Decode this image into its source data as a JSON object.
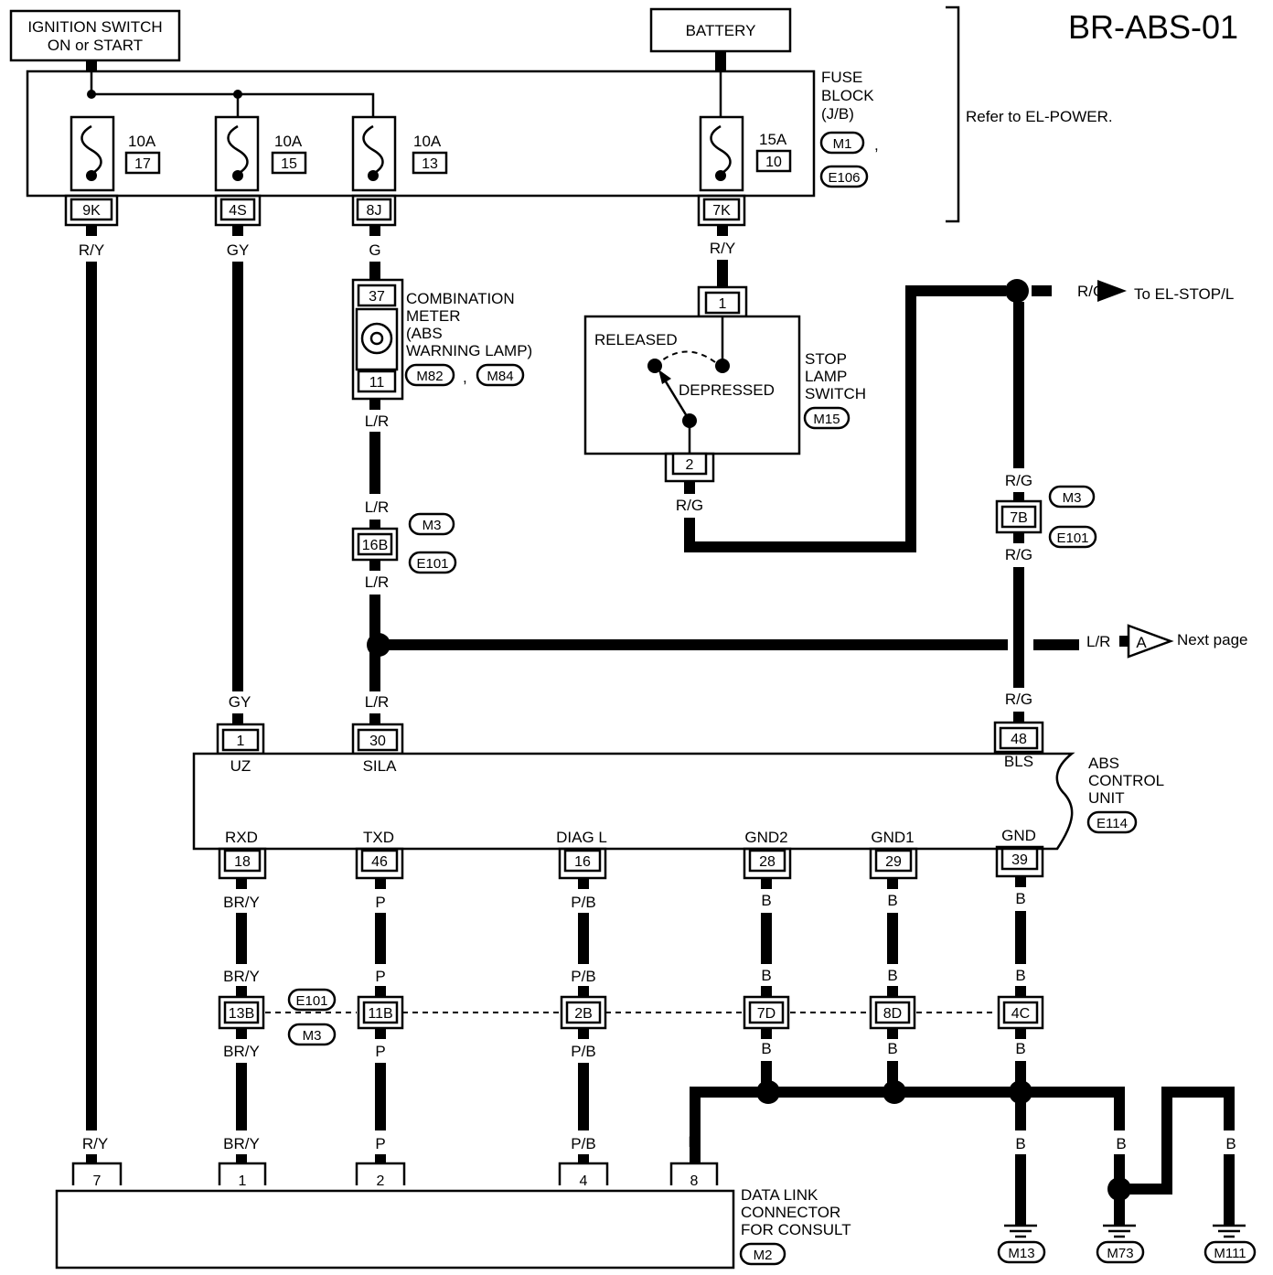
{
  "title": "BR-ABS-01",
  "power": {
    "ignition_line1": "IGNITION SWITCH",
    "ignition_line2": "ON or START",
    "battery": "BATTERY"
  },
  "fuse_block": {
    "line1": "FUSE",
    "line2": "BLOCK",
    "line3": "(J/B)",
    "conn1": "M1",
    "comma": ",",
    "conn2": "E106",
    "refer": "Refer to EL-POWER.",
    "fuses": [
      {
        "amps": "10A",
        "num": "17",
        "pin": "9K"
      },
      {
        "amps": "10A",
        "num": "15",
        "pin": "4S"
      },
      {
        "amps": "10A",
        "num": "13",
        "pin": "8J"
      },
      {
        "amps": "15A",
        "num": "10",
        "pin": "7K"
      }
    ]
  },
  "combination_meter": {
    "line1": "COMBINATION",
    "line2": "METER",
    "line3": "(ABS",
    "line4": "WARNING LAMP)",
    "pin_top": "37",
    "pin_bottom": "11",
    "conn1": "M82",
    "comma": ",",
    "conn2": "M84"
  },
  "stop_lamp_switch": {
    "line1": "STOP",
    "line2": "LAMP",
    "line3": "SWITCH",
    "released": "RELEASED",
    "depressed": "DEPRESSED",
    "pin_top": "1",
    "pin_bottom": "2",
    "conn": "M15",
    "to_label": "To EL-STOP/L"
  },
  "next_page": {
    "marker": "A",
    "label": "Next page"
  },
  "abs_control_unit": {
    "line1": "ABS",
    "line2": "CONTROL",
    "line3": "UNIT",
    "conn": "E114",
    "top_pins": [
      {
        "num": "1",
        "name": "UZ"
      },
      {
        "num": "30",
        "name": "SILA"
      },
      {
        "num": "48",
        "name": "BLS"
      }
    ],
    "bottom_pins": [
      {
        "num": "18",
        "name": "RXD"
      },
      {
        "num": "46",
        "name": "TXD"
      },
      {
        "num": "16",
        "name": "DIAG L"
      },
      {
        "num": "28",
        "name": "GND2"
      },
      {
        "num": "29",
        "name": "GND1"
      },
      {
        "num": "39",
        "name": "GND"
      }
    ]
  },
  "joint_connectors": {
    "left_m3": "M3",
    "left_e101": "E101",
    "right_m3": "M3",
    "right_e101": "E101",
    "bottom_e101": "E101",
    "bottom_m3": "M3",
    "pins": {
      "lr": "16B",
      "rg": "7B",
      "brY": "13B",
      "p": "11B",
      "pb": "2B",
      "b1": "7D",
      "b2": "8D",
      "b3": "4C"
    }
  },
  "data_link_connector": {
    "line1": "DATA LINK",
    "line2": "CONNECTOR",
    "line3": "FOR CONSULT",
    "conn": "M2",
    "pins": [
      "7",
      "1",
      "2",
      "4",
      "8"
    ]
  },
  "grounds": [
    "M13",
    "M73",
    "M111"
  ],
  "wire_colors": {
    "ry": "R/Y",
    "gy": "GY",
    "g": "G",
    "lr": "L/R",
    "rg": "R/G",
    "bry": "BR/Y",
    "p": "P",
    "pb": "P/B",
    "b": "B"
  }
}
